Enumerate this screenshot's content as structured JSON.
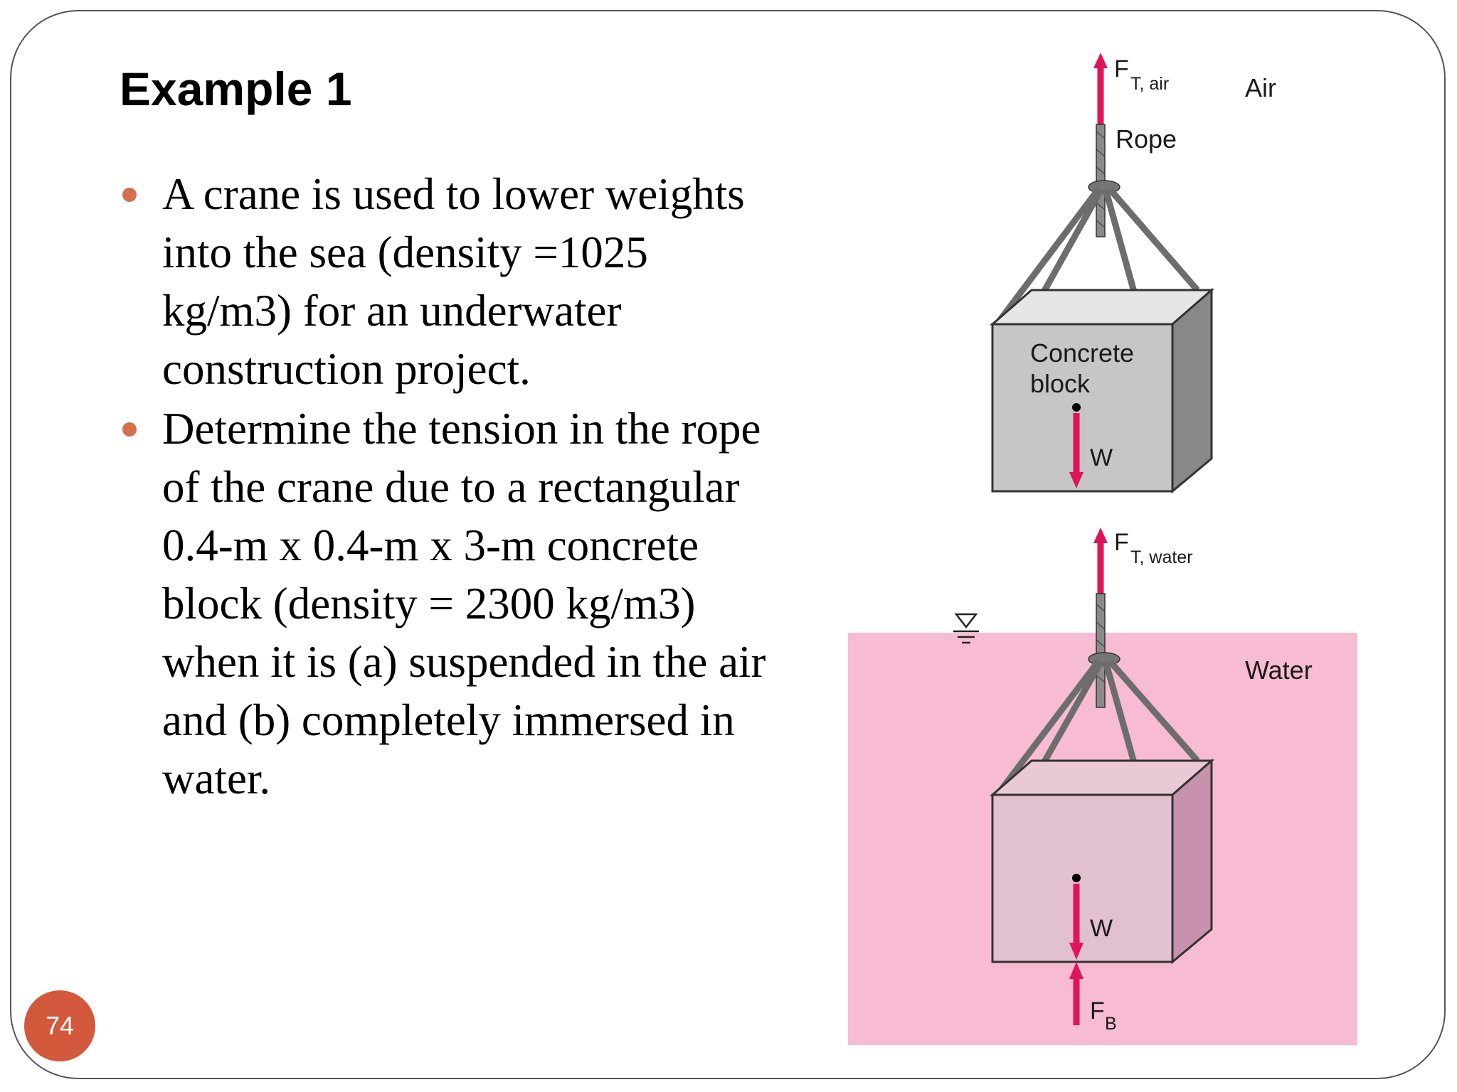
{
  "slide": {
    "title": "Example 1",
    "page_number": "74",
    "bullets": [
      "A crane is used to lower weights into the sea (density =1025 kg/m3) for an underwater construction project.",
      "Determine the tension in the rope of the crane due to a rectangular 0.4-m x 0.4-m x 3-m concrete block (density = 2300 kg/m3) when it is (a) suspended in the air and (b) completely immersed in water."
    ]
  },
  "figure": {
    "air": {
      "force_label": "F",
      "force_sub": "T, air",
      "medium": "Air",
      "rope": "Rope",
      "block_line1": "Concrete",
      "block_line2": "block",
      "weight": "W"
    },
    "water": {
      "force_label": "F",
      "force_sub": "T, water",
      "medium": "Water",
      "weight": "W",
      "buoyancy_label": "F",
      "buoyancy_sub": "B"
    }
  },
  "colors": {
    "accent_bullet": "#d2704f",
    "page_badge": "#d2593b",
    "force_arrow": "#e0145a",
    "water": "#f7bcd3"
  }
}
